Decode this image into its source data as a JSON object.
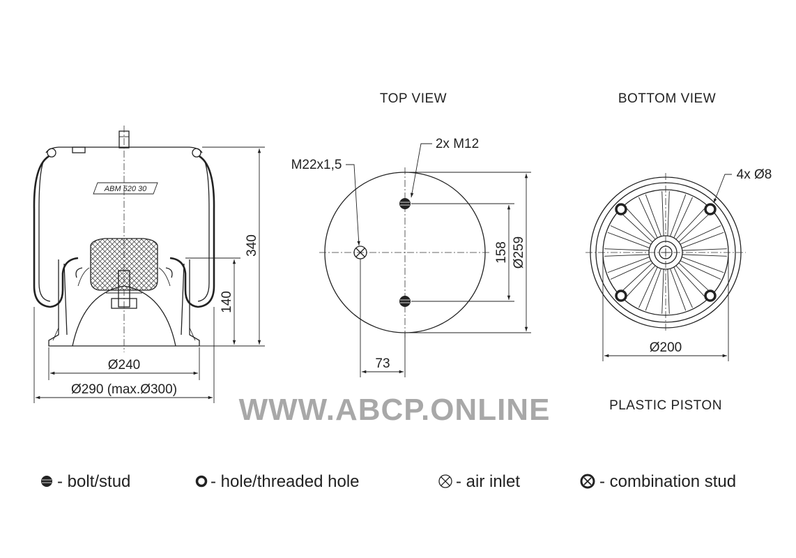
{
  "views": {
    "top_title": "TOP VIEW",
    "bottom_title": "BOTTOM VIEW",
    "piston_label": "PLASTIC PISTON"
  },
  "side_view": {
    "model_plate": "ABM  520 30",
    "dim_height": "340",
    "dim_piston_height": "140",
    "dim_piston_dia": "Ø240",
    "dim_bellow_dia": "Ø290 (max.Ø300)"
  },
  "top_view": {
    "air_inlet_callout": "M22x1,5",
    "stud_callout": "2x M12",
    "dim_stud_spacing": "158",
    "dim_plate_dia": "Ø259",
    "dim_inlet_offset": "73"
  },
  "bottom_view": {
    "hole_callout": "4x Ø8",
    "dim_piston_dia": "Ø200"
  },
  "watermark": "WWW.ABCP.ONLINE",
  "legend": [
    {
      "symbol": "bolt-stud-icon",
      "text": "- bolt/stud"
    },
    {
      "symbol": "hole-icon",
      "text": "- hole/threaded hole"
    },
    {
      "symbol": "air-inlet-icon",
      "text": "- air inlet"
    },
    {
      "symbol": "combination-stud-icon",
      "text": "- combination stud"
    }
  ]
}
